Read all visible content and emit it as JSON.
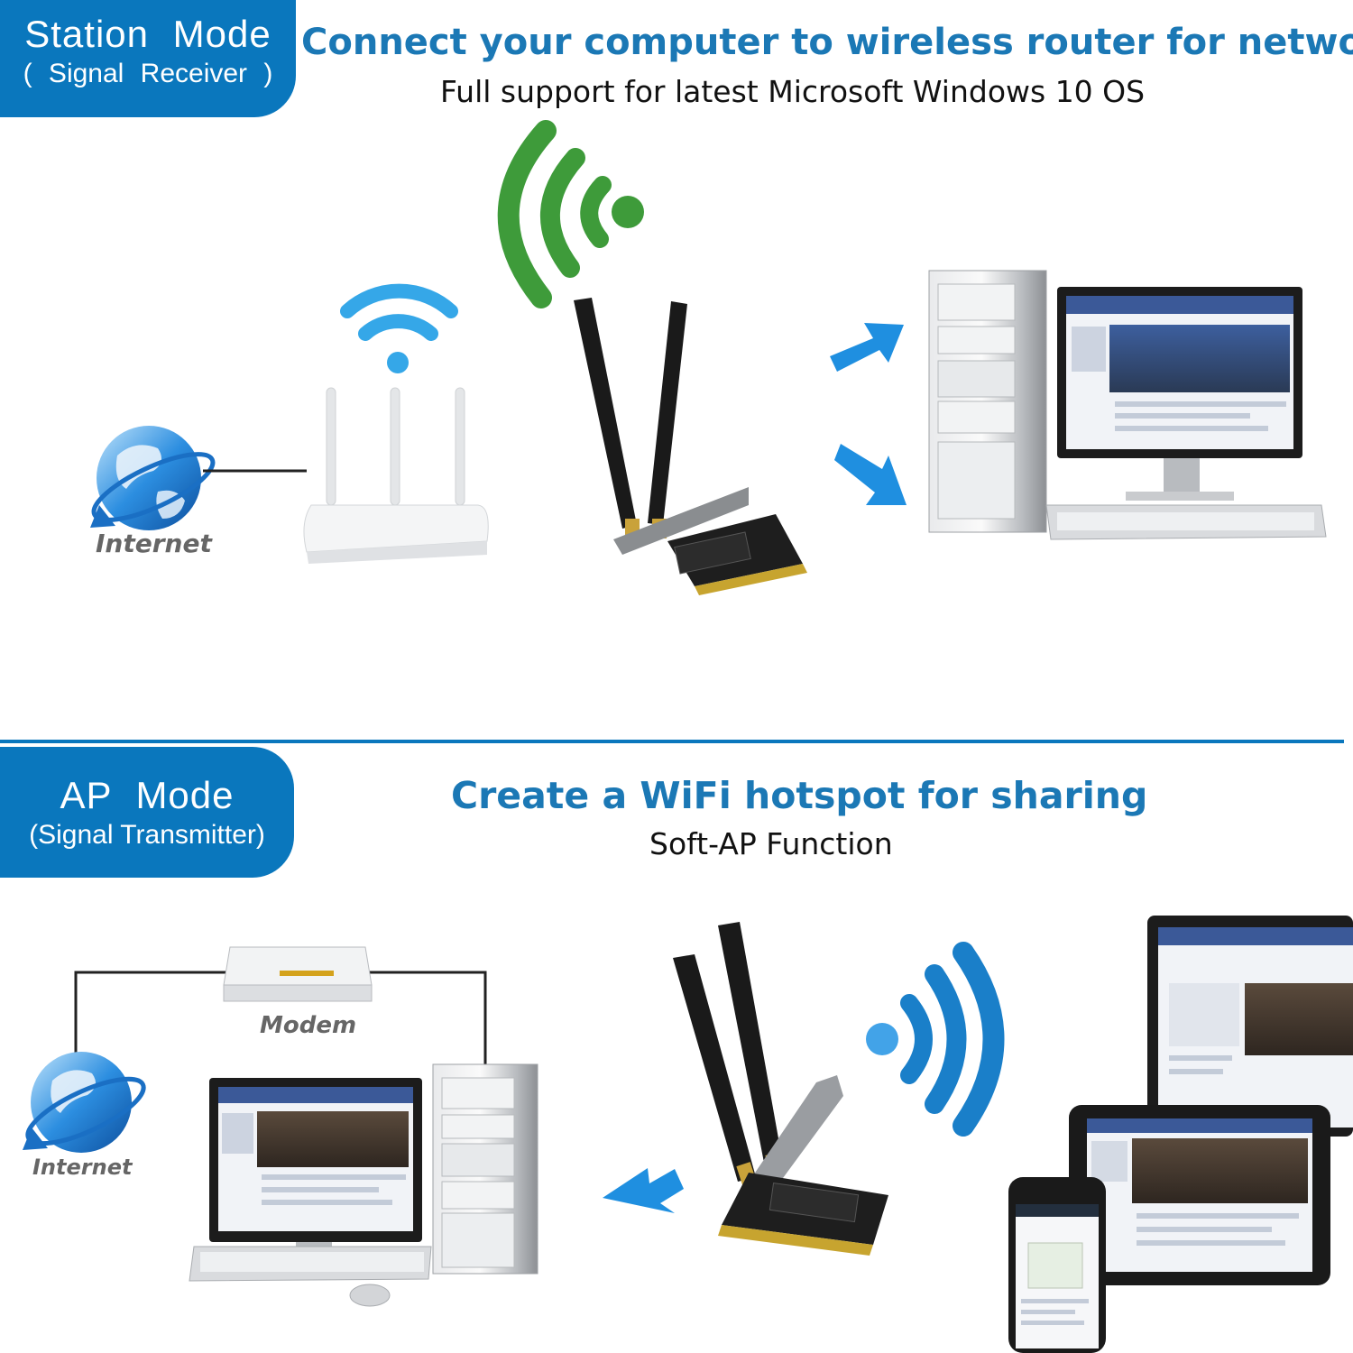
{
  "station": {
    "mode_title": "Station Mode",
    "mode_subtitle": "( Signal Receiver )",
    "headline": "Connect your computer to wireless router for network",
    "subline": "Full support for latest Microsoft Windows 10 OS",
    "internet_label": "Internet"
  },
  "ap": {
    "mode_title": "AP Mode",
    "mode_subtitle": "(Signal Transmitter)",
    "headline": "Create a WiFi hotspot for sharing",
    "subline": "Soft-AP Function",
    "modem_label": "Modem",
    "internet_label": "Internet"
  },
  "colors": {
    "brand_blue": "#0a77bd",
    "headline_blue": "#1b78b5",
    "wifi_green": "#3e9b3a",
    "wifi_light_blue": "#35a7e8",
    "arrow_blue": "#1f8fe0",
    "antenna_black": "#1a1a1a"
  },
  "icons": [
    "globe-icon",
    "router",
    "wifi-signal-icon",
    "pcie-wifi-card",
    "desktop-computer",
    "modem",
    "arrow-icon",
    "laptop",
    "tablet",
    "smartphone"
  ]
}
